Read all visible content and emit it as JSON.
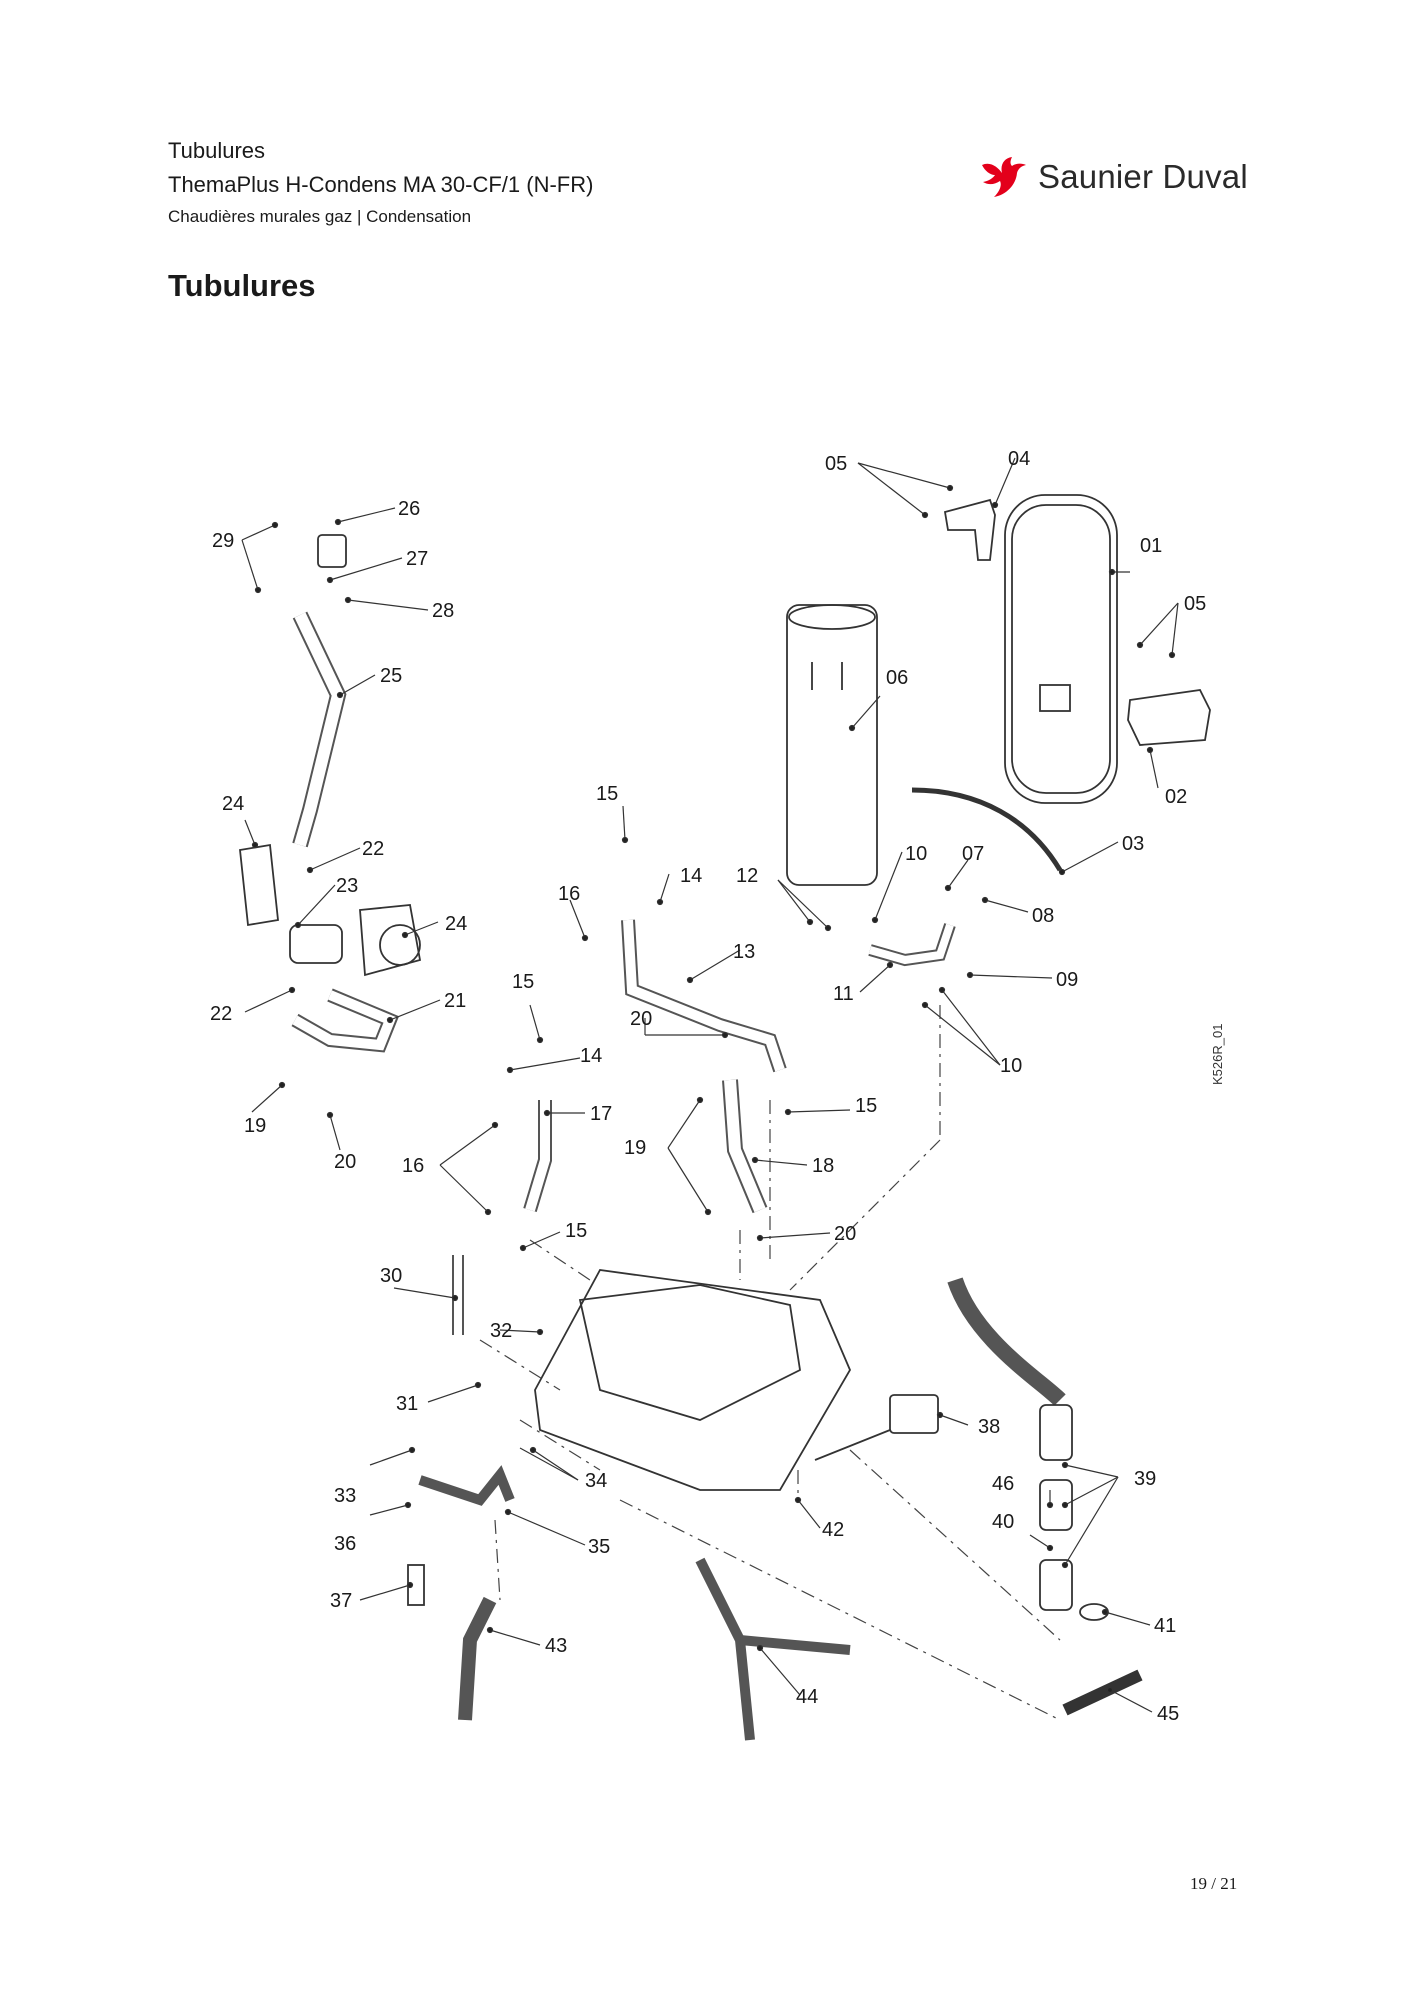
{
  "header": {
    "category": "Tubulures",
    "model": "ThemaPlus H-Condens MA 30-CF/1 (N-FR)",
    "subtitle": "Chaudières murales gaz | Condensation"
  },
  "brand": {
    "name": "Saunier Duval",
    "logo_icon": "bird-logo-icon",
    "color": "#e3001b"
  },
  "title": "Tubulures",
  "diagram": {
    "reference": "K526R_01",
    "labels": [
      {
        "id": "01",
        "text": "01"
      },
      {
        "id": "02",
        "text": "02"
      },
      {
        "id": "03",
        "text": "03"
      },
      {
        "id": "04",
        "text": "04"
      },
      {
        "id": "05a",
        "text": "05"
      },
      {
        "id": "05b",
        "text": "05"
      },
      {
        "id": "06",
        "text": "06"
      },
      {
        "id": "07",
        "text": "07"
      },
      {
        "id": "08",
        "text": "08"
      },
      {
        "id": "09",
        "text": "09"
      },
      {
        "id": "10a",
        "text": "10"
      },
      {
        "id": "10b",
        "text": "10"
      },
      {
        "id": "11",
        "text": "11"
      },
      {
        "id": "12",
        "text": "12"
      },
      {
        "id": "13",
        "text": "13"
      },
      {
        "id": "14a",
        "text": "14"
      },
      {
        "id": "14b",
        "text": "14"
      },
      {
        "id": "15a",
        "text": "15"
      },
      {
        "id": "15b",
        "text": "15"
      },
      {
        "id": "15c",
        "text": "15"
      },
      {
        "id": "15d",
        "text": "15"
      },
      {
        "id": "16a",
        "text": "16"
      },
      {
        "id": "16b",
        "text": "16"
      },
      {
        "id": "17",
        "text": "17"
      },
      {
        "id": "18",
        "text": "18"
      },
      {
        "id": "19a",
        "text": "19"
      },
      {
        "id": "19b",
        "text": "19"
      },
      {
        "id": "20a",
        "text": "20"
      },
      {
        "id": "20b",
        "text": "20"
      },
      {
        "id": "20c",
        "text": "20"
      },
      {
        "id": "21",
        "text": "21"
      },
      {
        "id": "22a",
        "text": "22"
      },
      {
        "id": "22b",
        "text": "22"
      },
      {
        "id": "23",
        "text": "23"
      },
      {
        "id": "24a",
        "text": "24"
      },
      {
        "id": "24b",
        "text": "24"
      },
      {
        "id": "25",
        "text": "25"
      },
      {
        "id": "26",
        "text": "26"
      },
      {
        "id": "27",
        "text": "27"
      },
      {
        "id": "28",
        "text": "28"
      },
      {
        "id": "29",
        "text": "29"
      },
      {
        "id": "30",
        "text": "30"
      },
      {
        "id": "31",
        "text": "31"
      },
      {
        "id": "32",
        "text": "32"
      },
      {
        "id": "33",
        "text": "33"
      },
      {
        "id": "34",
        "text": "34"
      },
      {
        "id": "35",
        "text": "35"
      },
      {
        "id": "36",
        "text": "36"
      },
      {
        "id": "37",
        "text": "37"
      },
      {
        "id": "38",
        "text": "38"
      },
      {
        "id": "39",
        "text": "39"
      },
      {
        "id": "40",
        "text": "40"
      },
      {
        "id": "41",
        "text": "41"
      },
      {
        "id": "42",
        "text": "42"
      },
      {
        "id": "43",
        "text": "43"
      },
      {
        "id": "44",
        "text": "44"
      },
      {
        "id": "45",
        "text": "45"
      },
      {
        "id": "46",
        "text": "46"
      }
    ]
  },
  "footer": {
    "page": "19 / 21"
  }
}
